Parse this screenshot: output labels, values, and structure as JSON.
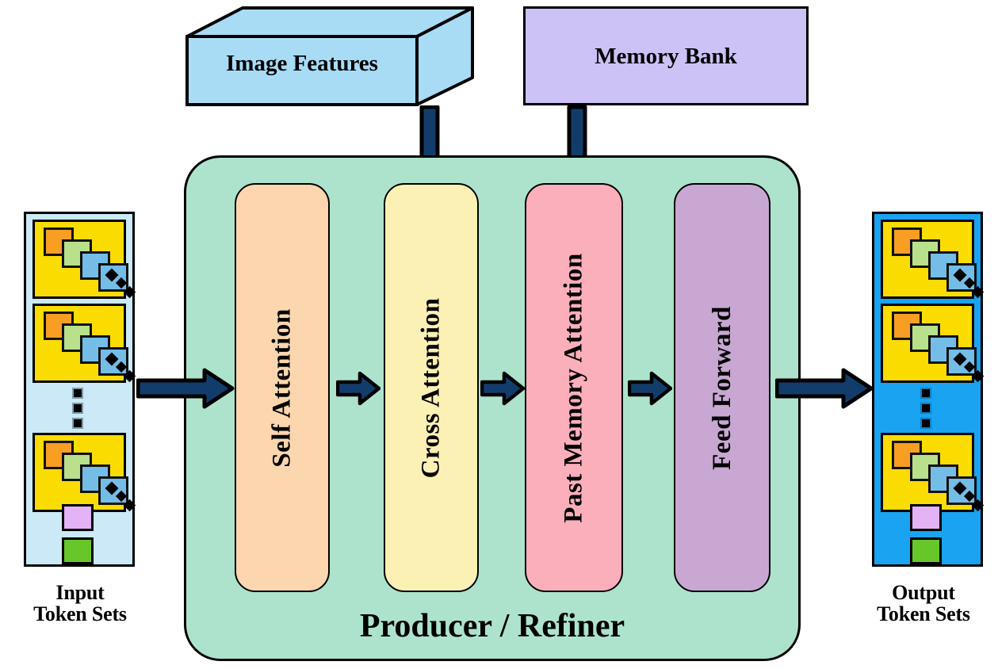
{
  "diagram": {
    "title": "Producer / Refiner transformer block diagram",
    "top_blocks": [
      {
        "id": "image-features",
        "label": "Image Features",
        "shape": "cuboid",
        "color": "#A8DCF5"
      },
      {
        "id": "memory-bank",
        "label": "Memory Bank",
        "shape": "rectangle",
        "color": "#CCC2F5"
      }
    ],
    "input_panel": {
      "caption_line1": "Input",
      "caption_line2": "Token Sets",
      "background": "#CBE9F7",
      "token_set_count_visible": 3,
      "ellipsis": "vertical-dots",
      "extra_chips": [
        {
          "name": "violet-chip",
          "color": "#E3B3F5"
        },
        {
          "name": "green-chip",
          "color": "#67C62A"
        }
      ]
    },
    "output_panel": {
      "caption_line1": "Output",
      "caption_line2": "Token Sets",
      "background": "#19A3F0",
      "token_set_count_visible": 3,
      "ellipsis": "vertical-dots",
      "extra_chips": [
        {
          "name": "violet-chip",
          "color": "#E3B3F5"
        },
        {
          "name": "green-chip",
          "color": "#67C62A"
        }
      ]
    },
    "token_card": {
      "background": "#FBDC00",
      "layer_colors": [
        "#F79E23",
        "#B9E08B",
        "#73BDE6",
        "#73BDE6"
      ],
      "diamond_count": 3,
      "diamond_color": "#000000"
    },
    "producer": {
      "title": "Producer / Refiner",
      "background": "#ADE3CC",
      "stages": [
        {
          "id": "self-attention",
          "label": "Self Attention",
          "color": "#FBD6AE"
        },
        {
          "id": "cross-attention",
          "label": "Cross Attention",
          "color": "#FCF1B4"
        },
        {
          "id": "past-memory-attention",
          "label": "Past Memory Attention",
          "color": "#FAAFBB"
        },
        {
          "id": "feed-forward",
          "label": "Feed Forward",
          "color": "#C8A8D2"
        }
      ]
    },
    "arrows": {
      "color": "#123D6B",
      "outline": "#000000",
      "flows": [
        {
          "from": "input-token-sets",
          "to": "self-attention",
          "direction": "right"
        },
        {
          "from": "self-attention",
          "to": "cross-attention",
          "direction": "right"
        },
        {
          "from": "cross-attention",
          "to": "past-memory-attention",
          "direction": "right"
        },
        {
          "from": "past-memory-attention",
          "to": "feed-forward",
          "direction": "right"
        },
        {
          "from": "feed-forward",
          "to": "output-token-sets",
          "direction": "right"
        },
        {
          "from": "image-features",
          "to": "cross-attention",
          "direction": "down"
        },
        {
          "from": "memory-bank",
          "to": "past-memory-attention",
          "direction": "down"
        }
      ]
    }
  }
}
